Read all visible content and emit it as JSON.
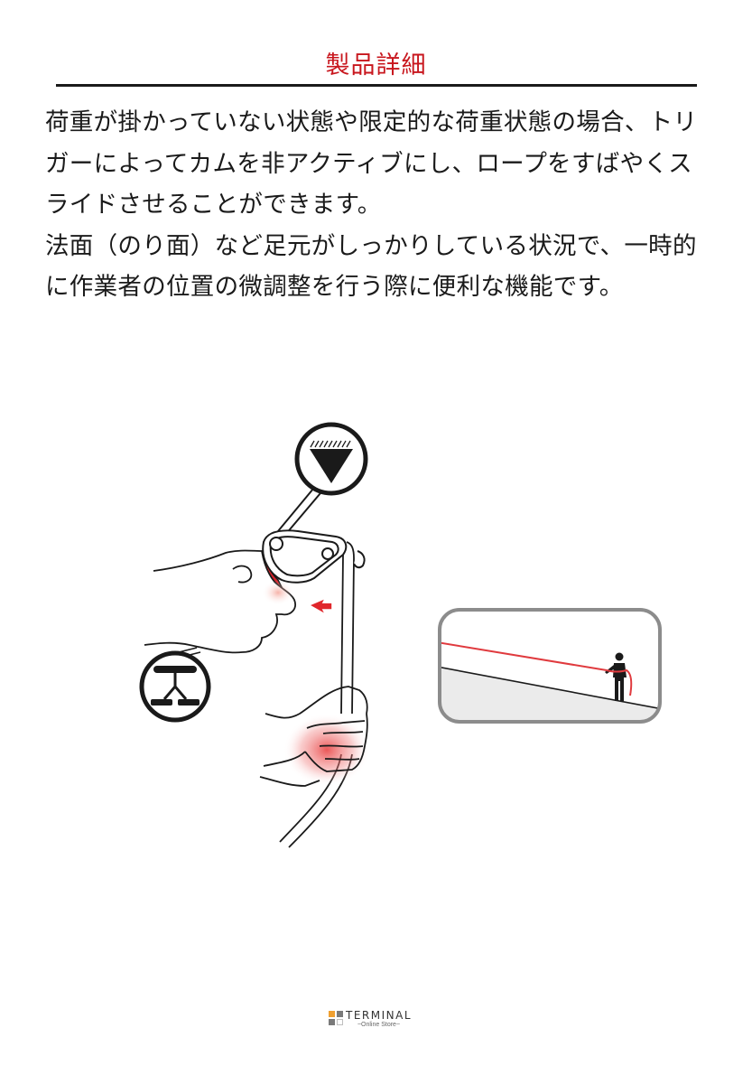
{
  "header": {
    "title": "製品詳細"
  },
  "body": {
    "paragraphs": [
      "荷重が掛かっていない状態や限定的な荷重状態の場合、トリガーによってカムを非アクティブにし、ロープをすばやくスライドさせることができます。",
      "法面（のり面）など足元がしっかりしている状況で、一時的に作業者の位置の微調整を行う際に便利な機能です。"
    ]
  },
  "illustrations": {
    "main": {
      "description": "rope-clamp-device-trigger-illustration",
      "icons": [
        "anchor-icon",
        "harness-icon",
        "press-arrow-icon"
      ]
    },
    "slope_panel": {
      "description": "worker-on-slope-with-rope"
    }
  },
  "footer": {
    "logo_name": "TERMINAL",
    "logo_sub": "~Online Store~"
  },
  "colors": {
    "accent_red": "#c8161d",
    "rope_red": "#e03a3e",
    "text": "#1a1a1a",
    "panel_border": "#8c8c8c",
    "panel_ground": "#ebebeb",
    "logo_orange": "#f0a030",
    "logo_gray": "#7a7a7a"
  }
}
